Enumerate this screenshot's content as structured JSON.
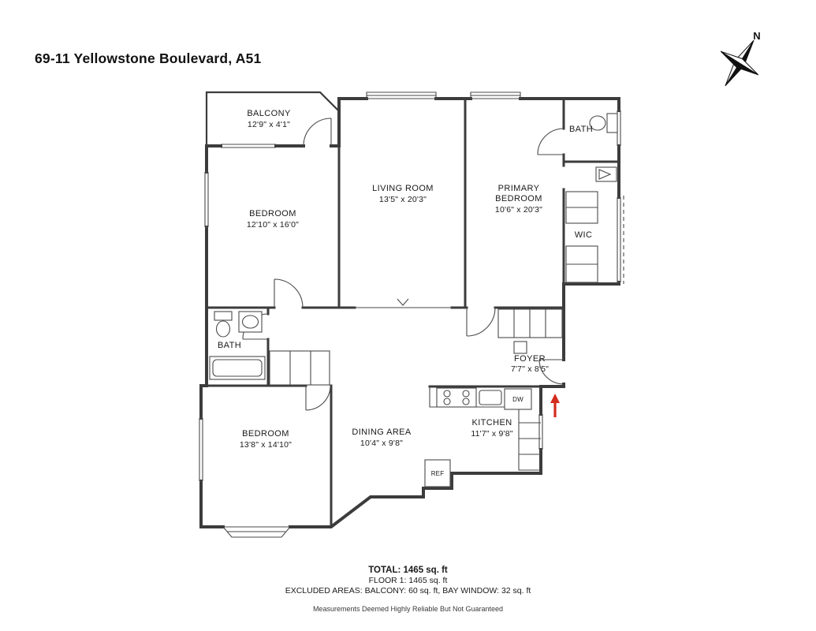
{
  "page": {
    "title": "69-11 Yellowstone Boulevard, A51"
  },
  "compass": {
    "north_label": "N"
  },
  "rooms": {
    "balcony": {
      "name": "BALCONY",
      "dims": "12'9\" x 4'1\""
    },
    "bedroom_top": {
      "name": "BEDROOM",
      "dims": "12'10\" x 16'0\""
    },
    "living_room": {
      "name": "LIVING ROOM",
      "dims": "13'5\" x 20'3\""
    },
    "primary_bedroom": {
      "line1": "PRIMARY",
      "line2": "BEDROOM",
      "dims": "10'6\" x 20'3\""
    },
    "bath_top": {
      "name": "BATH"
    },
    "wic": {
      "name": "WIC"
    },
    "bath_mid": {
      "name": "BATH"
    },
    "foyer": {
      "name": "FOYER",
      "dims": "7'7\" x 8'5\""
    },
    "bedroom_bottom": {
      "name": "BEDROOM",
      "dims": "13'8\" x 14'10\""
    },
    "dining": {
      "name": "DINING AREA",
      "dims": "10'4\" x 9'8\""
    },
    "kitchen": {
      "name": "KITCHEN",
      "dims": "11'7\" x 9'8\""
    }
  },
  "appliances": {
    "dishwasher": "DW",
    "refrigerator": "REF"
  },
  "colors": {
    "wall": "#3c3c3c",
    "entry_arrow": "#d42b1e"
  },
  "footer": {
    "total": "TOTAL: 1465 sq. ft",
    "floor": "FLOOR 1: 1465 sq. ft",
    "excluded": "EXCLUDED AREAS: BALCONY: 60 sq. ft, BAY WINDOW: 32 sq. ft",
    "disclaimer": "Measurements Deemed Highly Reliable But Not Guaranteed"
  }
}
